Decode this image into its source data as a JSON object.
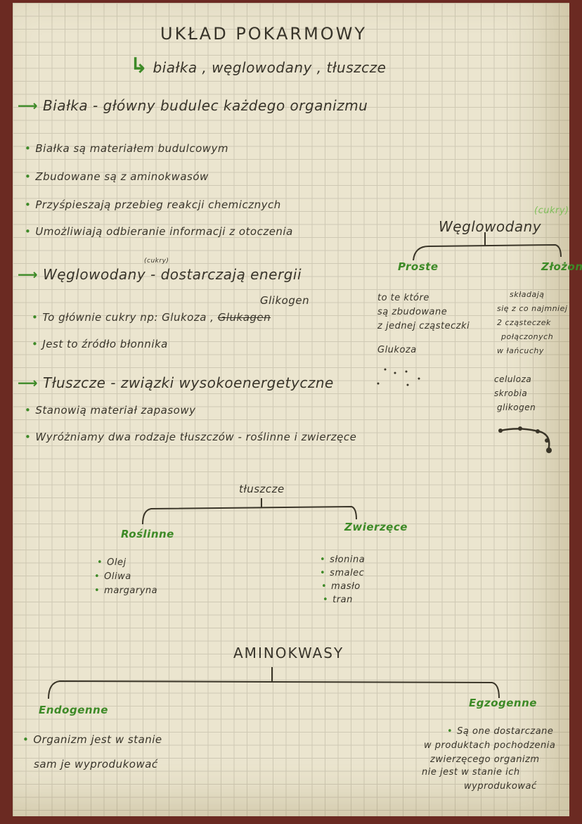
{
  "title": "UKŁAD POKARMOWY",
  "subtitle": "białka , węglowodany , tłuszcze",
  "sections": {
    "bialka": {
      "heading": "Białka - główny budulec każdego organizmu",
      "bullets": [
        "Białka są materiałem budulcowym",
        "Zbudowane są z aminokwasów",
        "Przyśpieszają przebieg reakcji chemicznych",
        "Umożliwiają odbieranie informacji z otoczenia"
      ]
    },
    "weglowodany": {
      "heading": "Węglowodany - dostarczają energii",
      "heading_note": "(cukry)",
      "bullet1_prefix": "To głównie cukry np: Glukoza ,",
      "bullet1_struck": "Glukagen",
      "bullet1_correction": "Glikogen",
      "bullet2": "Jest to źródło błonnika"
    },
    "tluszcze": {
      "heading": "Tłuszcze - związki wysokoenergetyczne",
      "bullets": [
        "Stanowią materiał zapasowy",
        "Wyróżniamy dwa rodzaje tłuszczów - roślinne i zwierzęce"
      ]
    }
  },
  "carb_tree": {
    "root": "Węglowodany",
    "root_note": "(cukry)",
    "left": {
      "label": "Proste",
      "desc": [
        "to te które",
        "są zbudowane",
        "z jednej cząsteczki"
      ],
      "example": "Glukoza"
    },
    "right": {
      "label": "Złożone",
      "desc": [
        "składają",
        "się z co najmniej",
        "2 cząsteczek",
        "połączonych",
        "w łańcuchy"
      ],
      "examples": [
        "celuloza",
        "skrobia",
        "glikogen"
      ]
    }
  },
  "fat_tree": {
    "root": "tłuszcze",
    "left": {
      "label": "Roślinne",
      "items": [
        "Olej",
        "Oliwa",
        "margaryna"
      ]
    },
    "right": {
      "label": "Zwierzęce",
      "items": [
        "słonina",
        "smalec",
        "masło",
        "tran"
      ]
    }
  },
  "amino_tree": {
    "root": "AMINOKWASY",
    "left": {
      "label": "Endogenne",
      "desc": [
        "Organizm jest w stanie",
        "sam je wyprodukować"
      ]
    },
    "right": {
      "label": "Egzogenne",
      "desc": [
        "Są one dostarczane",
        "w produktach pochodzenia",
        "zwierzęcego organizm",
        "nie jest w stanie ich",
        "wyprodukować"
      ]
    }
  },
  "colors": {
    "ink": "#38342a",
    "green_marker": "#3d8a27",
    "paper": "#ebe5cf",
    "border": "#6b2a22"
  }
}
